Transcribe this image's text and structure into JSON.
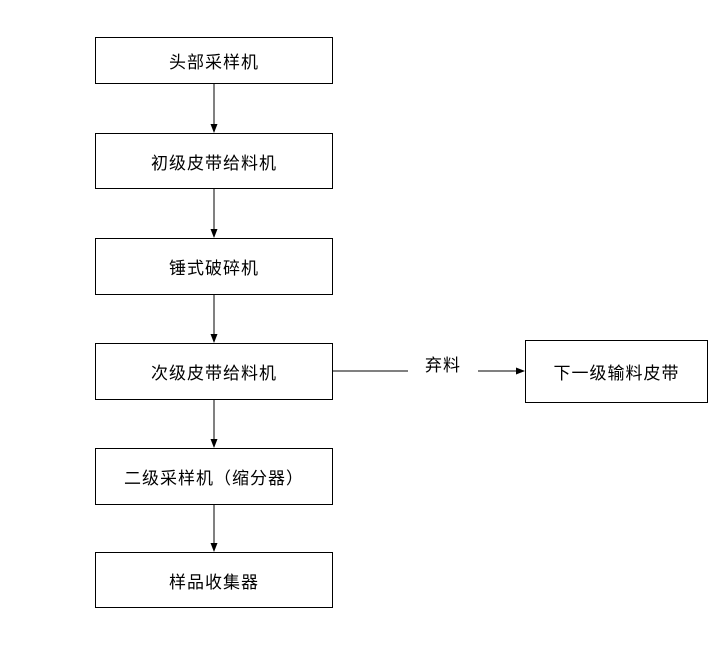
{
  "diagram": {
    "title": "sampling-system-flowchart",
    "nodes": [
      {
        "id": "head-sampler",
        "label": "头部采样机"
      },
      {
        "id": "primary-belt-feeder",
        "label": "初级皮带给料机"
      },
      {
        "id": "hammer-crusher",
        "label": "锤式破碎机"
      },
      {
        "id": "secondary-belt-feeder",
        "label": "次级皮带给料机"
      },
      {
        "id": "secondary-sampler-divider",
        "label": "二级采样机（缩分器）"
      },
      {
        "id": "sample-collector",
        "label": "样品收集器"
      }
    ],
    "branch": {
      "from": "次级皮带给料机",
      "edge_label": "弃料",
      "target": {
        "id": "next-stage-conveyor-belt",
        "label": "下一级输料皮带"
      }
    },
    "edges": [
      {
        "from": "头部采样机",
        "to": "初级皮带给料机"
      },
      {
        "from": "初级皮带给料机",
        "to": "锤式破碎机"
      },
      {
        "from": "锤式破碎机",
        "to": "次级皮带给料机"
      },
      {
        "from": "次级皮带给料机",
        "to": "二级采样机（缩分器）"
      },
      {
        "from": "二级采样机（缩分器）",
        "to": "样品收集器"
      },
      {
        "from": "次级皮带给料机",
        "to": "下一级输料皮带"
      }
    ],
    "colors": {
      "line": "#000000",
      "text": "#000000",
      "box_fill": "#ffffff",
      "background": "#ffffff"
    }
  }
}
